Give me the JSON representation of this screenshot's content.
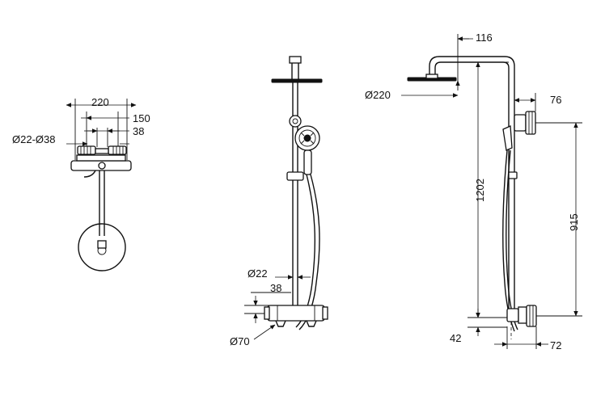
{
  "diagram": {
    "top_view": {
      "dims": {
        "width_total": "220",
        "width_inner": "150",
        "offset": "38",
        "inlet_range": "Ø22-Ø38"
      }
    },
    "front_view": {
      "dims": {
        "pipe_diameter": "Ø22",
        "offset": "38",
        "mixer_diameter": "Ø70"
      }
    },
    "side_view": {
      "dims": {
        "arm_projection": "116",
        "head_diameter": "Ø220",
        "wall_offset": "76",
        "height_total": "1202",
        "bracket_spacing": "915",
        "inlet_height": "42",
        "mixer_depth": "72"
      }
    }
  }
}
